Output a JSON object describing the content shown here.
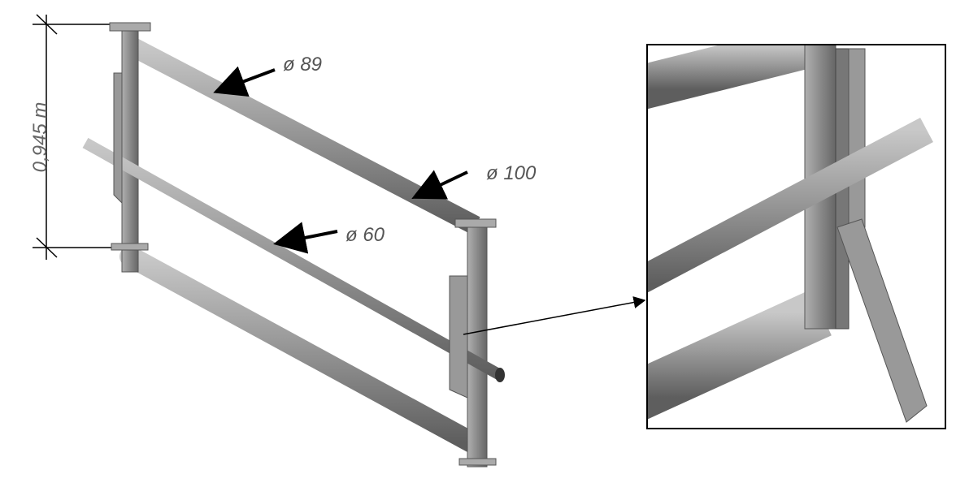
{
  "dimension": {
    "height_label": "0,945 m"
  },
  "callouts": {
    "top_rail": "ø 89",
    "bottom_rail": "ø 100",
    "middle_rail": "ø 60"
  },
  "colors": {
    "tube": "#8a8a8a",
    "tube_light": "#b5b5b5",
    "tube_dark": "#5a5a5a",
    "line": "#000000",
    "text": "#555555"
  }
}
